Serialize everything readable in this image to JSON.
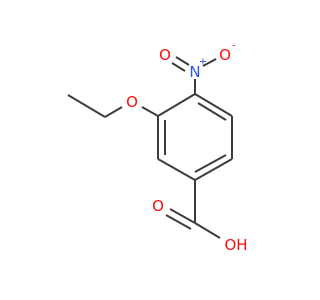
{
  "molecule": {
    "atoms": {
      "nitro_n": {
        "symbol": "N",
        "charge": "+",
        "color": "#3050f8"
      },
      "nitro_o1": {
        "symbol": "O",
        "color": "#ff0d0d"
      },
      "nitro_o2": {
        "symbol": "O",
        "charge": "-",
        "color": "#ff0d0d"
      },
      "ether_o": {
        "symbol": "O",
        "color": "#ff0d0d"
      },
      "carbonyl_o": {
        "symbol": "O",
        "color": "#ff0d0d"
      },
      "hydroxyl_o": {
        "symbol": "OH",
        "color": "#ff0d0d"
      }
    },
    "bond_color": "#3c3c3c"
  }
}
